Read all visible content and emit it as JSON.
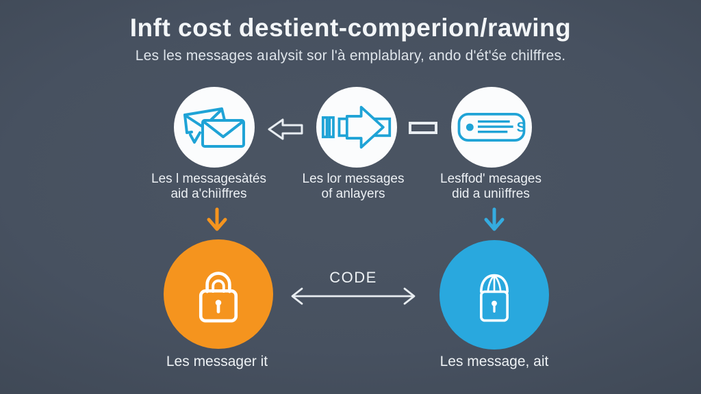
{
  "colors": {
    "background": "#475160",
    "background_edge": "#3D4653",
    "white_circle": "#FBFCFD",
    "icon_blue": "#1FA3D6",
    "connector_white": "#E8EDF1",
    "orange": "#F5941E",
    "blue": "#29A8DE",
    "text": "#ECF0F4"
  },
  "header": {
    "title": "Inft cost destient-comperion/rawing",
    "subtitle": "Les les messages aıalysit sor l'à emplablary, ando d'ét'śe chilffres."
  },
  "steps": [
    {
      "icon": "envelopes-icon",
      "line1": "Les l messagesàtés",
      "line2": "aid a'chiìffres"
    },
    {
      "icon": "forward-arrow-icon",
      "line1": "Les lor messages",
      "line2": "of anlayers"
    },
    {
      "icon": "receipt-icon",
      "line1": "Lesffod' mesages",
      "line2": "did a uniìffres",
      "receipt_letter": "S"
    }
  ],
  "connectors": {
    "left_arrow": "arrow-left-icon",
    "dash": "dash-icon"
  },
  "exchange": {
    "code_label": "CODE"
  },
  "locks": {
    "left": {
      "label": "Les messager it",
      "circle_color": "#F5941E",
      "icon": "padlock-icon"
    },
    "right": {
      "label": "Les message, ait",
      "circle_color": "#29A8DE",
      "icon": "dome-lock-icon"
    }
  }
}
